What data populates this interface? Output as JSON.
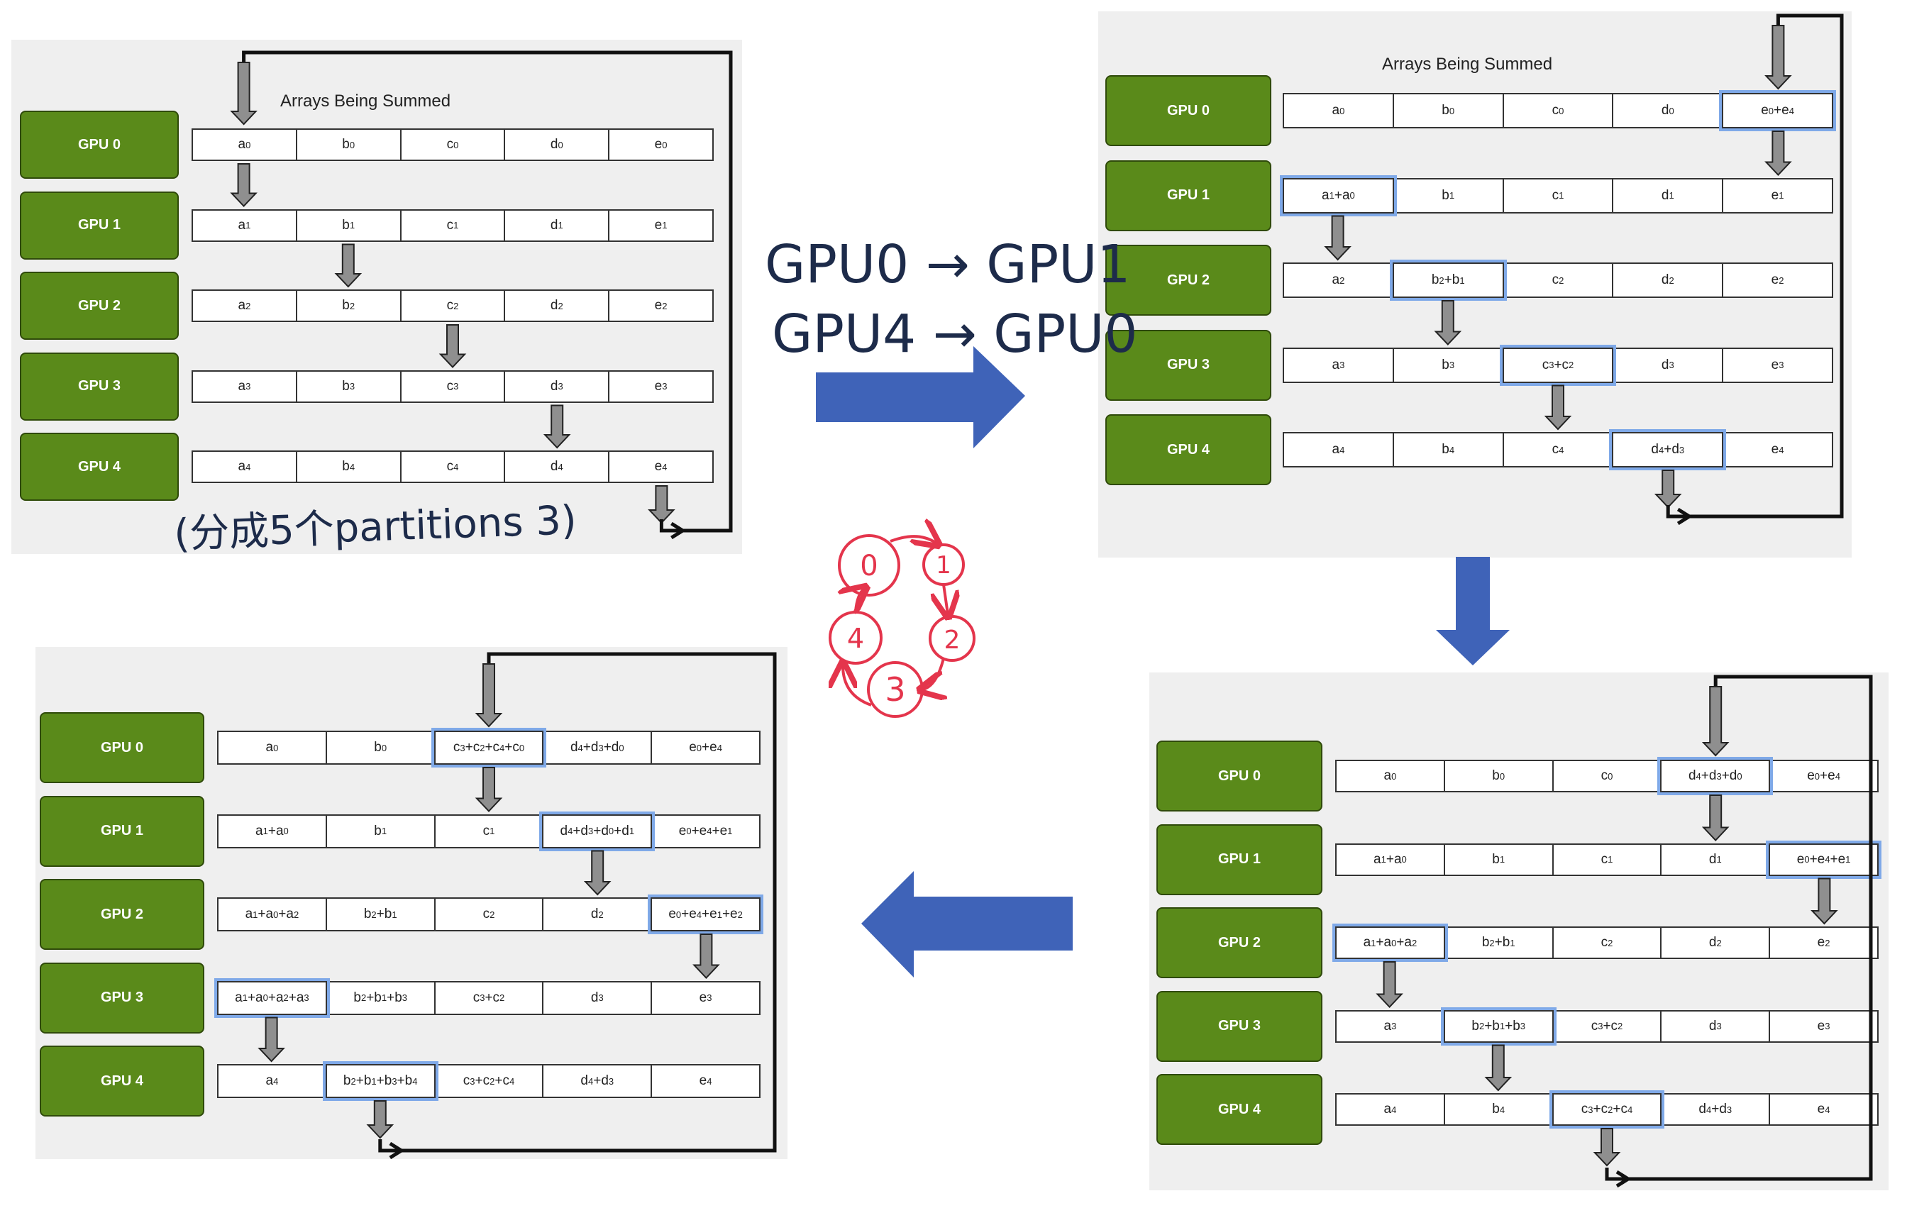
{
  "title": "Arrays Being Summed",
  "gpus": [
    "GPU 0",
    "GPU 1",
    "GPU 2",
    "GPU 3",
    "GPU 4"
  ],
  "annotations": {
    "note_partitions": "(分成5个partitions 3)",
    "transfer_line1": "GPU0 → GPU1",
    "transfer_line2": "GPU4 → GPU0",
    "ring_nodes": [
      "0",
      "1",
      "2",
      "3",
      "4"
    ]
  },
  "colors": {
    "gpu_fill": "#5a8a1a",
    "highlight": "#7fa9e8",
    "arrow": "#3f63b8",
    "ink": "#1d2b4a",
    "ring": "#e4354c"
  },
  "panels": [
    {
      "id": "p1",
      "show_title": true,
      "rows": [
        [
          [
            "a",
            "0"
          ],
          [
            "b",
            "0"
          ],
          [
            "c",
            "0"
          ],
          [
            "d",
            "0"
          ],
          [
            "e",
            "0"
          ]
        ],
        [
          [
            "a",
            "1"
          ],
          [
            "b",
            "1"
          ],
          [
            "c",
            "1"
          ],
          [
            "d",
            "1"
          ],
          [
            "e",
            "1"
          ]
        ],
        [
          [
            "a",
            "2"
          ],
          [
            "b",
            "2"
          ],
          [
            "c",
            "2"
          ],
          [
            "d",
            "2"
          ],
          [
            "e",
            "2"
          ]
        ],
        [
          [
            "a",
            "3"
          ],
          [
            "b",
            "3"
          ],
          [
            "c",
            "3"
          ],
          [
            "d",
            "3"
          ],
          [
            "e",
            "3"
          ]
        ],
        [
          [
            "a",
            "4"
          ],
          [
            "b",
            "4"
          ],
          [
            "c",
            "4"
          ],
          [
            "d",
            "4"
          ],
          [
            "e",
            "4"
          ]
        ]
      ],
      "highlights": []
    },
    {
      "id": "p2",
      "show_title": true,
      "rows": [
        [
          [
            "a",
            "0"
          ],
          [
            "b",
            "0"
          ],
          [
            "c",
            "0"
          ],
          [
            "d",
            "0"
          ],
          [
            "e",
            "0",
            "+e",
            "4"
          ]
        ],
        [
          [
            "a",
            "1",
            "+a",
            "0"
          ],
          [
            "b",
            "1"
          ],
          [
            "c",
            "1"
          ],
          [
            "d",
            "1"
          ],
          [
            "e",
            "1"
          ]
        ],
        [
          [
            "a",
            "2"
          ],
          [
            "b",
            "2",
            "+b",
            "1"
          ],
          [
            "c",
            "2"
          ],
          [
            "d",
            "2"
          ],
          [
            "e",
            "2"
          ]
        ],
        [
          [
            "a",
            "3"
          ],
          [
            "b",
            "3"
          ],
          [
            "c",
            "3",
            "+c",
            "2"
          ],
          [
            "d",
            "3"
          ],
          [
            "e",
            "3"
          ]
        ],
        [
          [
            "a",
            "4"
          ],
          [
            "b",
            "4"
          ],
          [
            "c",
            "4"
          ],
          [
            "d",
            "4",
            "+d",
            "3"
          ],
          [
            "e",
            "4"
          ]
        ]
      ],
      "highlights": [
        [
          0,
          4
        ],
        [
          1,
          0
        ],
        [
          2,
          1
        ],
        [
          3,
          2
        ],
        [
          4,
          3
        ]
      ]
    },
    {
      "id": "p3",
      "show_title": false,
      "rows": [
        [
          [
            "a",
            "0"
          ],
          [
            "b",
            "0"
          ],
          [
            "c",
            "0"
          ],
          [
            "d",
            "4",
            "+d",
            "3",
            "+d",
            "0"
          ],
          [
            "e",
            "0",
            "+e",
            "4"
          ]
        ],
        [
          [
            "a",
            "1",
            "+a",
            "0"
          ],
          [
            "b",
            "1"
          ],
          [
            "c",
            "1"
          ],
          [
            "d",
            "1"
          ],
          [
            "e",
            "0",
            "+e",
            "4",
            "+e",
            "1"
          ]
        ],
        [
          [
            "a",
            "1",
            "+a",
            "0",
            "+a",
            "2"
          ],
          [
            "b",
            "2",
            "+b",
            "1"
          ],
          [
            "c",
            "2"
          ],
          [
            "d",
            "2"
          ],
          [
            "e",
            "2"
          ]
        ],
        [
          [
            "a",
            "3"
          ],
          [
            "b",
            "2",
            "+b",
            "1",
            "+b",
            "3"
          ],
          [
            "c",
            "3",
            "+c",
            "2"
          ],
          [
            "d",
            "3"
          ],
          [
            "e",
            "3"
          ]
        ],
        [
          [
            "a",
            "4"
          ],
          [
            "b",
            "4"
          ],
          [
            "c",
            "3",
            "+c",
            "2",
            "+c",
            "4"
          ],
          [
            "d",
            "4",
            "+d",
            "3"
          ],
          [
            "e",
            "4"
          ]
        ]
      ],
      "highlights": [
        [
          0,
          3
        ],
        [
          1,
          4
        ],
        [
          2,
          0
        ],
        [
          3,
          1
        ],
        [
          4,
          2
        ]
      ]
    },
    {
      "id": "p4",
      "show_title": false,
      "rows": [
        [
          [
            "a",
            "0"
          ],
          [
            "b",
            "0"
          ],
          [
            "c",
            "3",
            "+c",
            "2",
            "+c",
            "4",
            "+c",
            "0"
          ],
          [
            "d",
            "4",
            "+d",
            "3",
            "+d",
            "0"
          ],
          [
            "e",
            "0",
            "+e",
            "4"
          ]
        ],
        [
          [
            "a",
            "1",
            "+a",
            "0"
          ],
          [
            "b",
            "1"
          ],
          [
            "c",
            "1"
          ],
          [
            "d",
            "4",
            "+d",
            "3",
            "+d",
            "0",
            "+d",
            "1"
          ],
          [
            "e",
            "0",
            "+e",
            "4",
            "+e",
            "1"
          ]
        ],
        [
          [
            "a",
            "1",
            "+a",
            "0",
            "+a",
            "2"
          ],
          [
            "b",
            "2",
            "+b",
            "1"
          ],
          [
            "c",
            "2"
          ],
          [
            "d",
            "2"
          ],
          [
            "e",
            "0",
            "+e",
            "4",
            "+e",
            "1",
            "+e",
            "2"
          ]
        ],
        [
          [
            "a",
            "1",
            "+a",
            "0",
            "+a",
            "2",
            "+a",
            "3"
          ],
          [
            "b",
            "2",
            "+b",
            "1",
            "+b",
            "3"
          ],
          [
            "c",
            "3",
            "+c",
            "2"
          ],
          [
            "d",
            "3"
          ],
          [
            "e",
            "3"
          ]
        ],
        [
          [
            "a",
            "4"
          ],
          [
            "b",
            "2",
            "+b",
            "1",
            "+b",
            "3",
            "+b",
            "4"
          ],
          [
            "c",
            "3",
            "+c",
            "2",
            "+c",
            "4"
          ],
          [
            "d",
            "4",
            "+d",
            "3"
          ],
          [
            "e",
            "4"
          ]
        ]
      ],
      "highlights": [
        [
          0,
          2
        ],
        [
          1,
          3
        ],
        [
          2,
          4
        ],
        [
          3,
          0
        ],
        [
          4,
          1
        ]
      ]
    }
  ]
}
